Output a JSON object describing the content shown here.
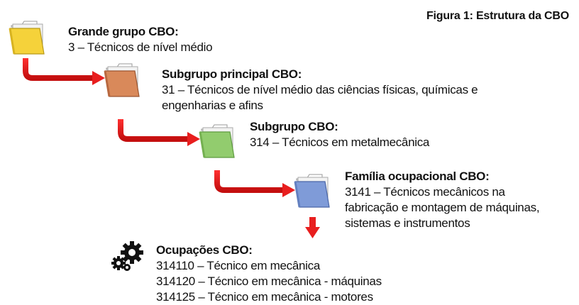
{
  "figure_title": "Figura 1: Estrutura da CBO",
  "levels": [
    {
      "title": "Grande grupo CBO:",
      "lines": [
        "3 – Técnicos de nível médio"
      ],
      "icon": "folder-icon",
      "color": "#f5d23a"
    },
    {
      "title": "Subgrupo principal CBO:",
      "lines": [
        "31 – Técnicos de nível médio das ciências físicas, químicas e",
        "engenharias e afins"
      ],
      "icon": "folder-icon",
      "color": "#d9895a"
    },
    {
      "title": "Subgrupo CBO:",
      "lines": [
        "314 – Técnicos em metalmecânica"
      ],
      "icon": "folder-icon",
      "color": "#92cc6e"
    },
    {
      "title": "Família ocupacional CBO:",
      "lines": [
        "3141 – Técnicos mecânicos na",
        "fabricação e montagem de máquinas,",
        "sistemas e instrumentos"
      ],
      "icon": "folder-icon",
      "color": "#7f9bd8"
    },
    {
      "title": "Ocupações CBO:",
      "lines": [
        "314110 – Técnico em mecânica",
        "314120 – Técnico em mecânica - máquinas",
        "314125 – Técnico em mecânica - motores"
      ],
      "icon": "gears-icon",
      "color": "#111111"
    }
  ],
  "arrow_color": "#e81e1e"
}
